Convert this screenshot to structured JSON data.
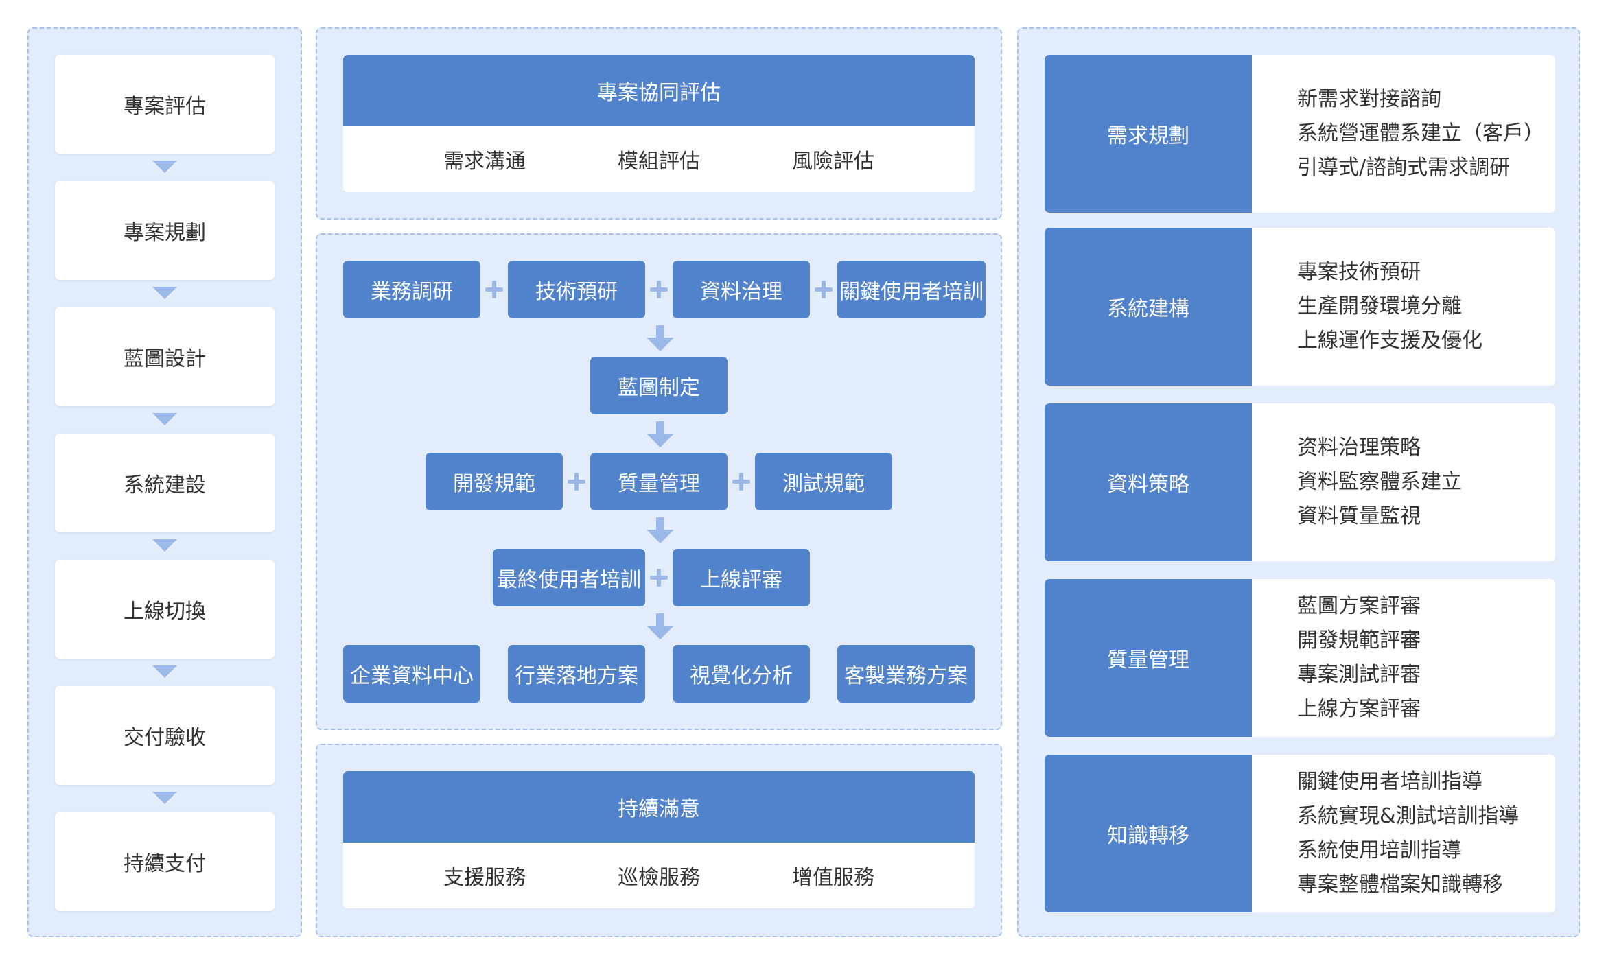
{
  "colors": {
    "panel_bg": "#e3ecfa",
    "panel_border": "#a9c1eb",
    "accent": "#5183cd",
    "arrow": "#9cb8e8"
  },
  "phases": [
    "專案評估",
    "專案規劃",
    "藍圖設計",
    "系統建設",
    "上線切換",
    "交付驗收",
    "持續支付"
  ],
  "assessment": {
    "title": "專案協同評估",
    "items": [
      "需求溝通",
      "模組評估",
      "風險評估"
    ]
  },
  "flow": {
    "row1": [
      "業務調研",
      "技術預研",
      "資料治理",
      "關鍵使用者培訓"
    ],
    "blueprint": "藍圖制定",
    "row3": [
      "開發規範",
      "質量管理",
      "測試規範"
    ],
    "row4": [
      "最終使用者培訓",
      "上線評審"
    ],
    "row5": [
      "企業資料中心",
      "行業落地方案",
      "視覺化分析",
      "客製業務方案"
    ]
  },
  "satisfaction": {
    "title": "持續滿意",
    "items": [
      "支援服務",
      "巡檢服務",
      "增值服務"
    ]
  },
  "details": [
    {
      "label": "需求規劃",
      "items": [
        "新需求對接諮詢",
        "系統營運體系建立（客戶）",
        "引導式/諮詢式需求調研"
      ]
    },
    {
      "label": "系統建構",
      "items": [
        "專案技術預研",
        "生產開發環境分離",
        "上線運作支援及優化"
      ]
    },
    {
      "label": "資料策略",
      "items": [
        "资料治理策略",
        "資料監察體系建立",
        "資料質量監視"
      ]
    },
    {
      "label": "質量管理",
      "items": [
        "藍圖方案評審",
        "開發規範評審",
        "專案測試評審",
        "上線方案評審"
      ]
    },
    {
      "label": "知識轉移",
      "items": [
        "關鍵使用者培訓指導",
        "系統實現&測試培訓指導",
        "系統使用培訓指導",
        "專案整體檔案知識轉移"
      ]
    }
  ]
}
